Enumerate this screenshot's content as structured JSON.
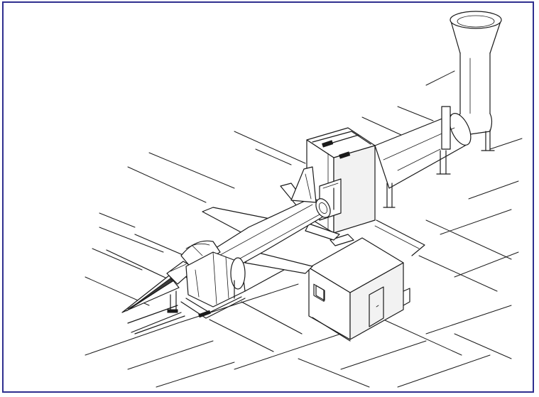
{
  "figure": {
    "caption": "",
    "border_color": "#2f2f8f",
    "line_color": "#1a1a1a",
    "background": "#ffffff"
  },
  "components": [
    {
      "id": "aircraft",
      "description_visible": false
    },
    {
      "id": "engine-test-stand",
      "description_visible": false
    },
    {
      "id": "exhaust-collector-building",
      "description_visible": false
    },
    {
      "id": "exhaust-duct",
      "description_visible": false
    },
    {
      "id": "exhaust-stack",
      "description_visible": false
    },
    {
      "id": "control-cabin",
      "description_visible": false
    },
    {
      "id": "floor-tie-down-rails",
      "description_visible": false
    }
  ]
}
